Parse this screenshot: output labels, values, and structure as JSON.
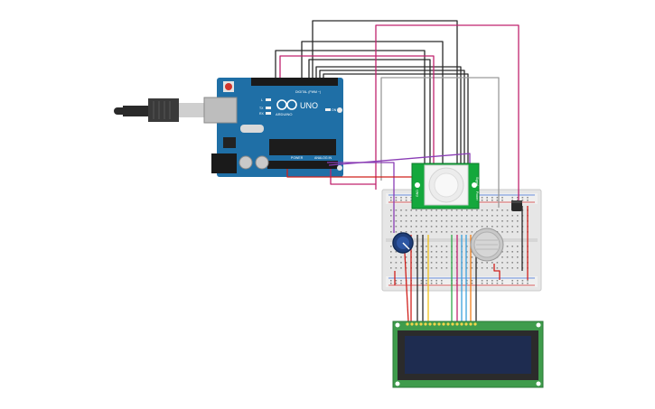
{
  "arduino": {
    "brand": "ARDUINO",
    "model": "UNO",
    "header_digital": "DIGITAL (PWM ~)",
    "header_power": "POWER",
    "header_analog": "ANALOG IN",
    "led_tx": "TX",
    "led_rx": "RX",
    "led_l": "L",
    "led_on": "ON"
  },
  "pir": {
    "pins": [
      "GND",
      "Signal",
      "Power"
    ]
  },
  "colors": {
    "board_blue": "#1f6fa6",
    "pir_green": "#14a83c",
    "breadboard": "#e8e8e8",
    "lcd_green": "#3f9c4c",
    "lcd_screen": "#1e2c50",
    "wire_black": "#2a2a2a",
    "wire_magenta": "#c0236e",
    "wire_purple": "#8a3db5",
    "wire_gray": "#9a9a9a",
    "wire_red": "#d0201c"
  }
}
